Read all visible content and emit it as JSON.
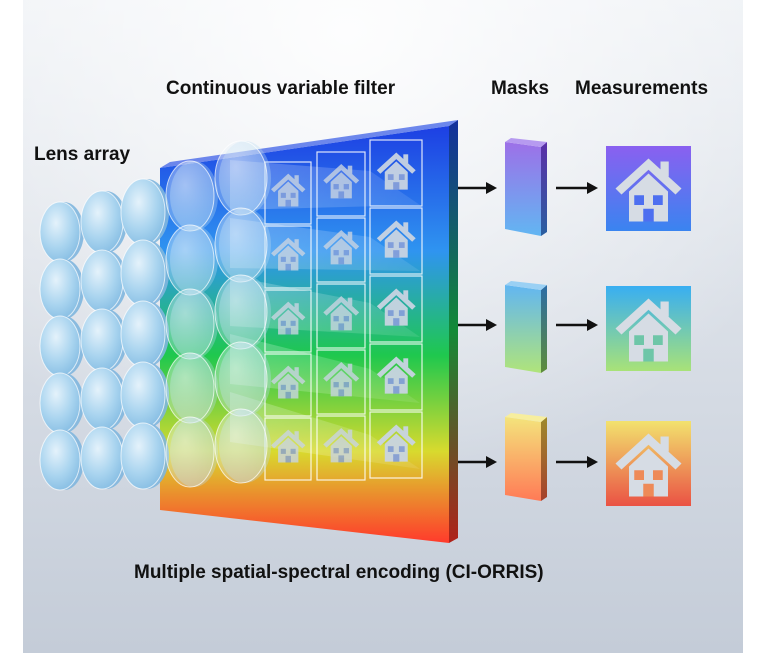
{
  "labels": {
    "lens_array": "Lens array",
    "filter": "Continuous variable filter",
    "masks": "Masks",
    "measurements": "Measurements",
    "caption": "Multiple spatial-spectral encoding (CI-ORRIS)"
  },
  "icons": {
    "filter_cell": "house-icon",
    "measurement": "house-icon",
    "arrow": "arrow-right-icon"
  },
  "colors": {
    "background_top": "#e6eaf0",
    "background_bottom": "#c2cad6",
    "filter_gradient": [
      "#1f3fe0",
      "#2f8ff0",
      "#22c64f",
      "#d6d630",
      "#ff3b2e"
    ],
    "mask_1": [
      "#9b6fe8",
      "#6fb0f0"
    ],
    "mask_2": [
      "#6fb0f0",
      "#a0e07a"
    ],
    "mask_3": [
      "#f2e07a",
      "#ff7f5a"
    ],
    "measurement_1": [
      "#8b62f0",
      "#3f7ff0"
    ],
    "measurement_2": [
      "#3fb0f0",
      "#a6e07a"
    ],
    "measurement_3": [
      "#f2e070",
      "#ee5a48"
    ],
    "house": "#cfd6e0"
  }
}
